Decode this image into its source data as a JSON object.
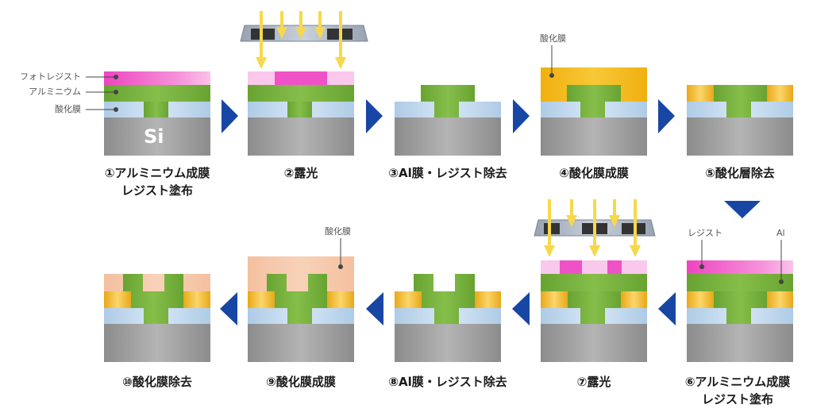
{
  "steps": [
    {
      "n": "①",
      "lines": [
        "アルミニウム成膜",
        "レジスト塗布"
      ]
    },
    {
      "n": "②",
      "lines": [
        "露光"
      ]
    },
    {
      "n": "③",
      "lines": [
        "Al膜・レジスト除去"
      ]
    },
    {
      "n": "④",
      "lines": [
        "酸化膜成膜"
      ]
    },
    {
      "n": "⑤",
      "lines": [
        "酸化層除去"
      ]
    },
    {
      "n": "⑥",
      "lines": [
        "アルミニウム成膜",
        "レジスト塗布"
      ]
    },
    {
      "n": "⑦",
      "lines": [
        "露光"
      ]
    },
    {
      "n": "⑧",
      "lines": [
        "Al膜・レジスト除去"
      ]
    },
    {
      "n": "⑨",
      "lines": [
        "酸化膜成膜"
      ]
    },
    {
      "n": "⑩",
      "lines": [
        "酸化膜除去"
      ]
    }
  ],
  "labels": {
    "photoresist": "フォトレジスト",
    "aluminium": "アルミニウム",
    "oxide": "酸化膜",
    "silicon": "Si",
    "oxide_step4": "酸化膜",
    "resist_step6": "レジスト",
    "al_step6": "Al",
    "oxide_step9": "酸化膜"
  },
  "colors": {
    "photoresist": "#f04fc4",
    "photoresist_light": "#f9c4ec",
    "aluminium": "#72ac3a",
    "oxide": "#bcd6ec",
    "silicon": "#9a9a9a",
    "gold": "#f0b820",
    "peach": "#f6c8a8",
    "arrow": "#1846a4",
    "light": "#f7d84a",
    "mask": "#a8b2bf",
    "mask_block": "#333333"
  }
}
